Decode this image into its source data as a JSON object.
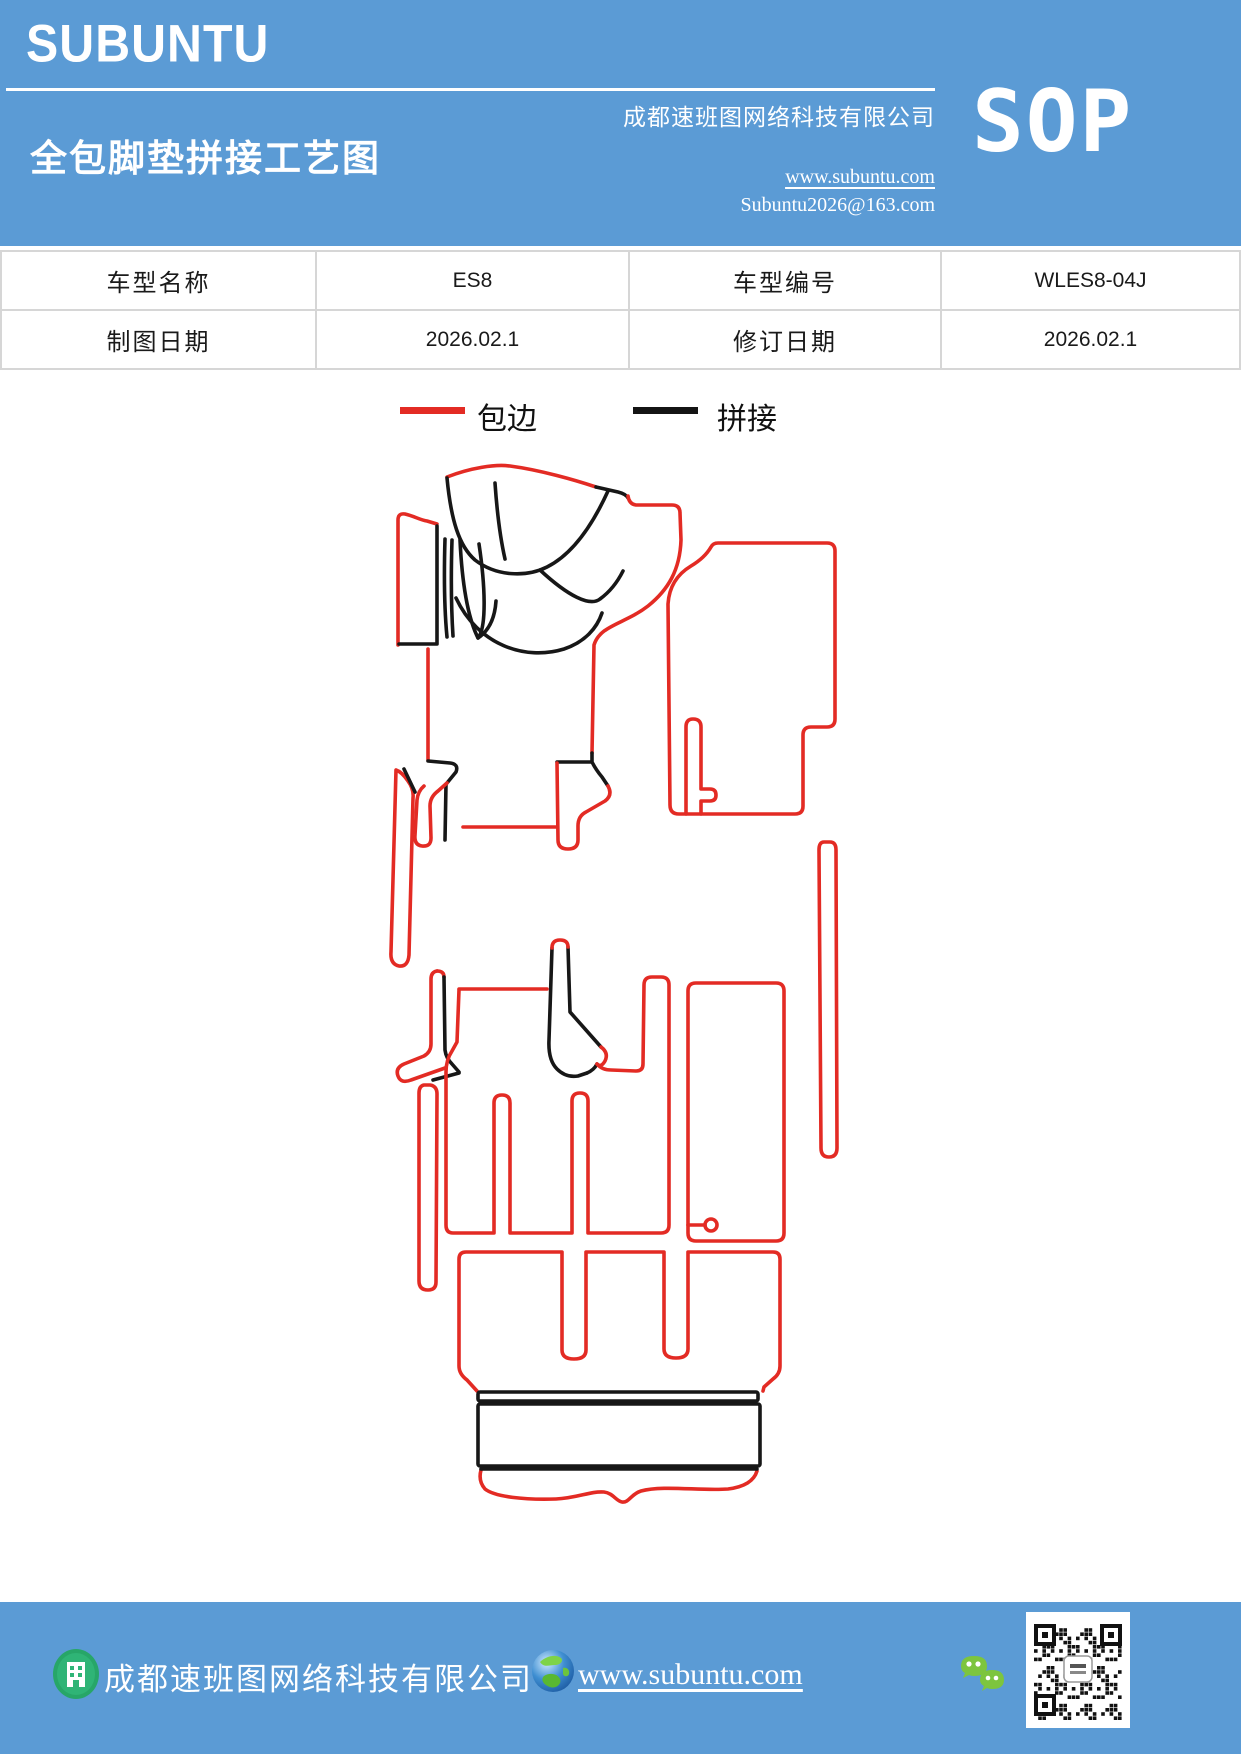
{
  "colors": {
    "header_footer_blue": "#5b9bd5",
    "edge_red": "#e32b24",
    "seam_black": "#171717",
    "table_border_gray": "#d6d6d6",
    "wechat_green": "#7dc53e",
    "building_icon_green": "#27a668"
  },
  "header": {
    "logo": "SUBUNTU",
    "title": "全包脚垫拼接工艺图",
    "company": "成都速班图网络科技有限公司",
    "website": "www.subuntu.com",
    "email": "Subuntu2026@163.com",
    "badge": "SOP"
  },
  "info_table": {
    "rows": [
      [
        "车型名称",
        "ES8",
        "车型编号",
        "WLES8-04J"
      ],
      [
        "制图日期",
        "2026.02.1",
        "修订日期",
        "2026.02.1"
      ]
    ]
  },
  "legend": {
    "edge_label": "包边",
    "seam_label": "拼接"
  },
  "footer": {
    "company": "成都速班图网络科技有限公司",
    "website": "www.subuntu.com"
  }
}
